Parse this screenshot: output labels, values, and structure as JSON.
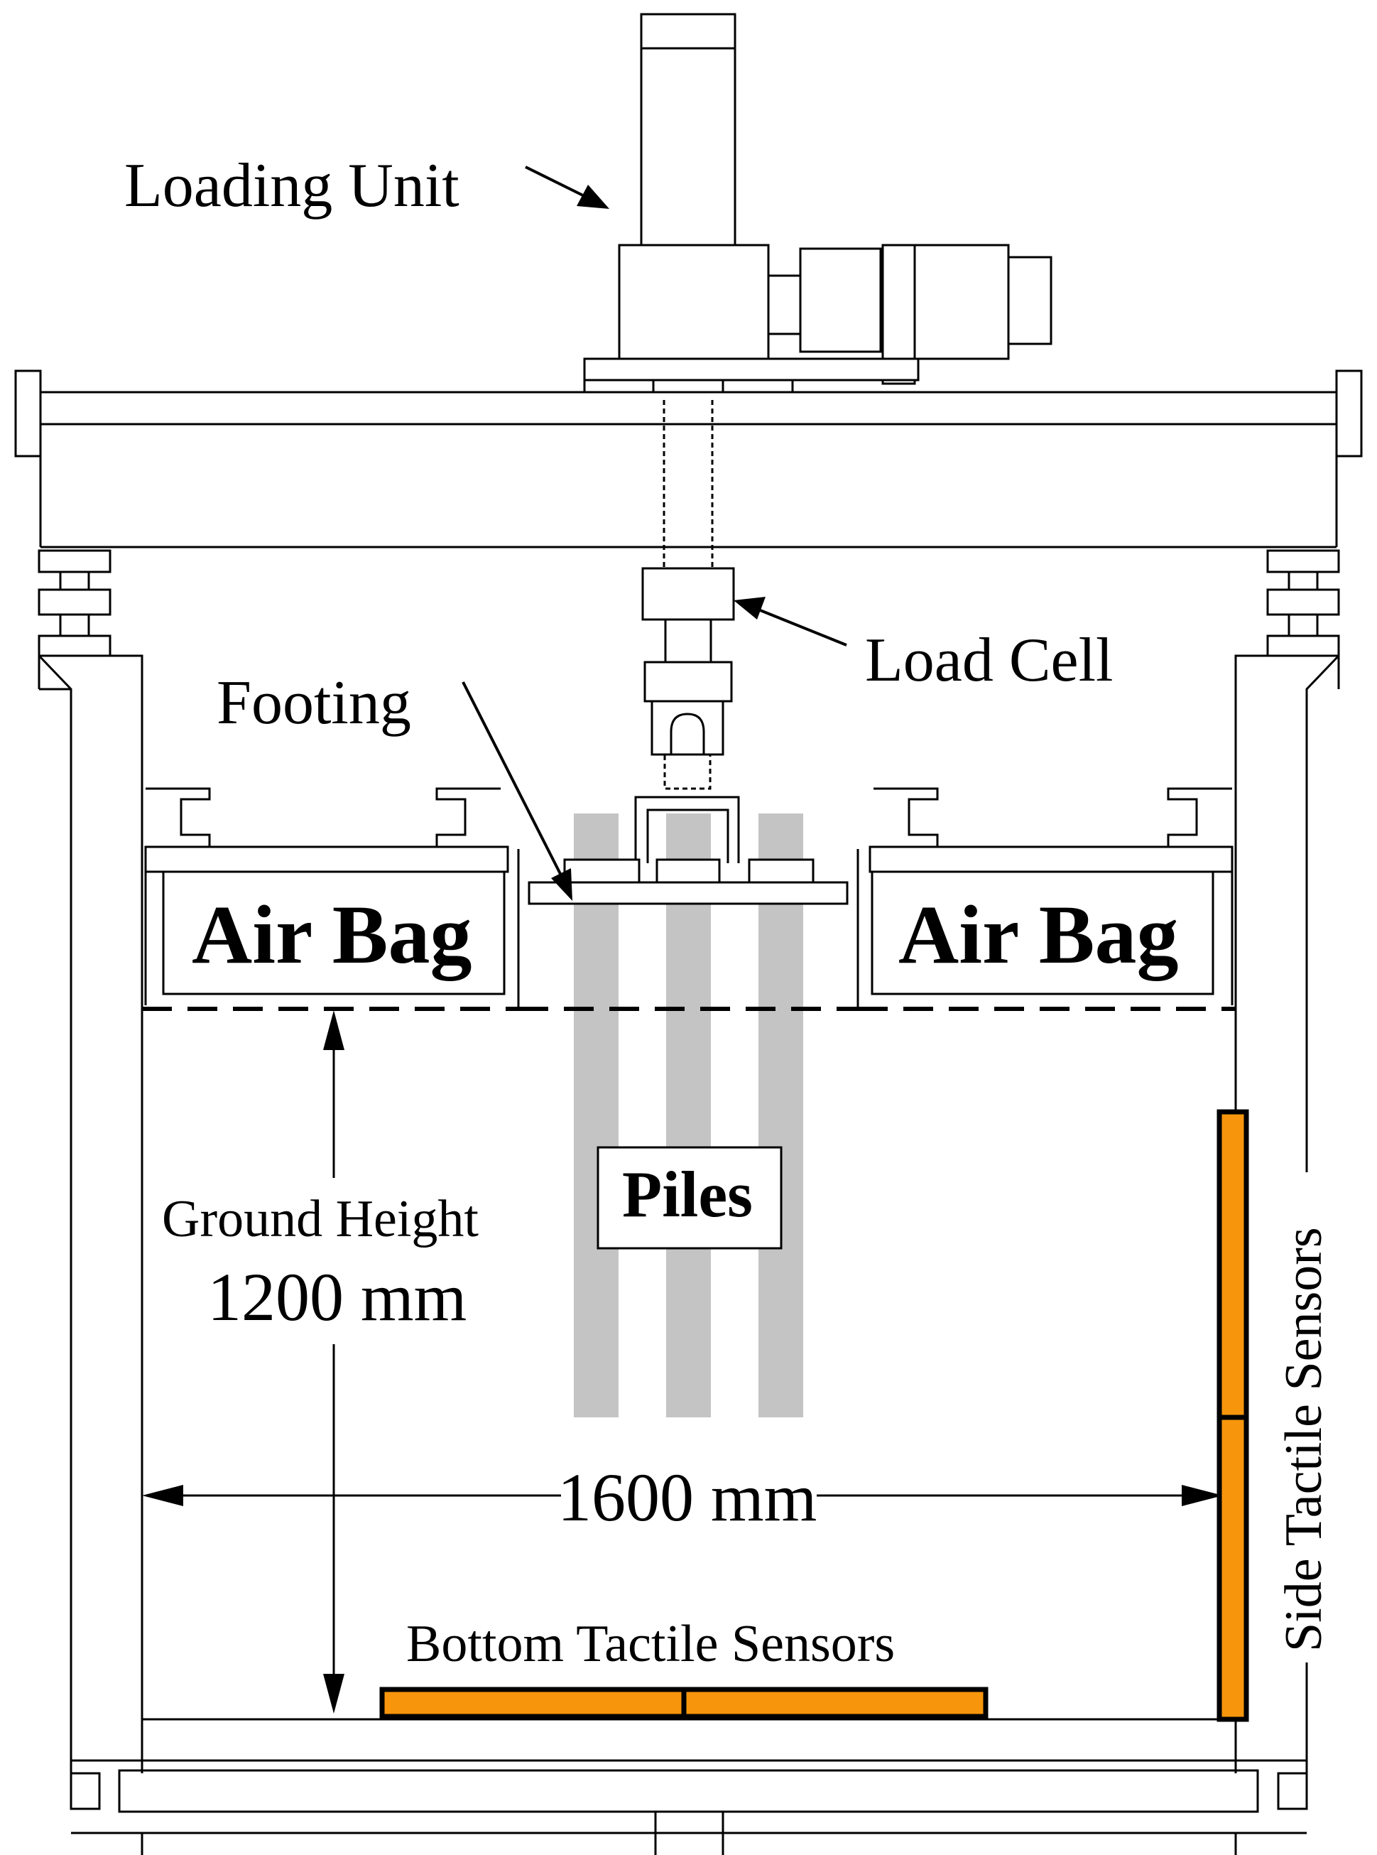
{
  "labels": {
    "loading_unit": "Loading Unit",
    "load_cell": "Load Cell",
    "footing": "Footing",
    "air_bag_left": "Air Bag",
    "air_bag_right": "Air Bag",
    "piles": "Piles",
    "ground_height_title": "Ground Height",
    "ground_height_value": "1200 mm",
    "width_value": "1600 mm",
    "bottom_sensors": "Bottom Tactile Sensors",
    "side_sensors": "Side Tactile Sensors"
  },
  "colors": {
    "sensor_fill": "#F7960D",
    "pile_fill": "#C4C4C4",
    "line": "#000000"
  }
}
